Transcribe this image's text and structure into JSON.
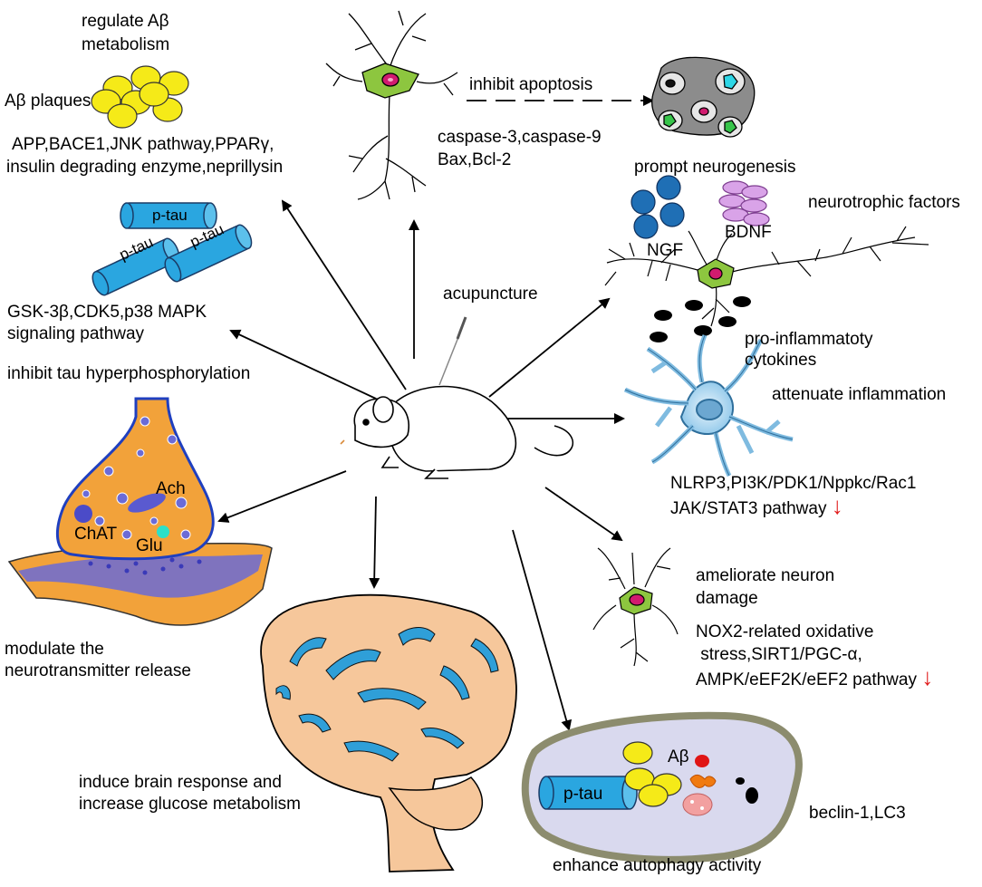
{
  "center": {
    "label": "acupuncture"
  },
  "top_left": {
    "title_line1": "regulate Aβ",
    "title_line2": "metabolism",
    "plaques_label": "Aβ plaques",
    "targets_line1": "APP,BACE1,JNK pathway,PPARγ,",
    "targets_line2": "insulin degrading enzyme,neprillysin"
  },
  "tau": {
    "block_label": "p-tau",
    "targets_line1": "GSK-3β,CDK5,p38 MAPK",
    "targets_line2": "signaling pathway",
    "title": "inhibit tau hyperphosphorylation"
  },
  "apoptosis": {
    "title": "inhibit apoptosis",
    "targets_line1": "caspase-3,caspase-9",
    "targets_line2": "Bax,Bcl-2"
  },
  "neurogenesis": {
    "title": "prompt neurogenesis",
    "factors_label": "neurotrophic factors",
    "ngf": "NGF",
    "bdnf": "BDNF"
  },
  "inflammation": {
    "cytokines_line1": "pro-inflammatoty",
    "cytokines_line2": "cytokines",
    "title": "attenuate inflammation",
    "targets_line1": "NLRP3,PI3K/PDK1/Nppkc/Rac1",
    "targets_line2": "JAK/STAT3 pathway"
  },
  "neuron_damage": {
    "title_line1": "ameliorate  neuron",
    "title_line2": "damage",
    "targets_line1": "NOX2-related oxidative",
    "targets_line2": " stress,SIRT1/PGC-α,",
    "targets_line3": "AMPK/eEF2K/eEF2 pathway"
  },
  "synapse": {
    "ach": "Ach",
    "chat": "ChAT",
    "glu": "Glu",
    "title_line1": "modulate the",
    "title_line2": "neurotransmitter release"
  },
  "brain": {
    "title_line1": "induce brain response and",
    "title_line2": "increase glucose metabolism"
  },
  "autophagy": {
    "abeta": "Aβ",
    "ptau": "p-tau",
    "targets": "beclin-1,LC3",
    "title": "enhance autophagy activity"
  },
  "down_arrow_symbol": "↓",
  "colors": {
    "plaque": "#f5ea18",
    "tau": "#2aa6e0",
    "neuron_body": "#8dc63f",
    "ngf": "#1f6fb5",
    "bdnf": "#d9a3e8",
    "microglia": "#a9d3ee",
    "synapse": "#f2a23a",
    "brain": "#f6c79b",
    "brain_sulci": "#2f9fd8",
    "autophagy": "#d9d9ee",
    "down_arrow": "#e01b1b"
  }
}
